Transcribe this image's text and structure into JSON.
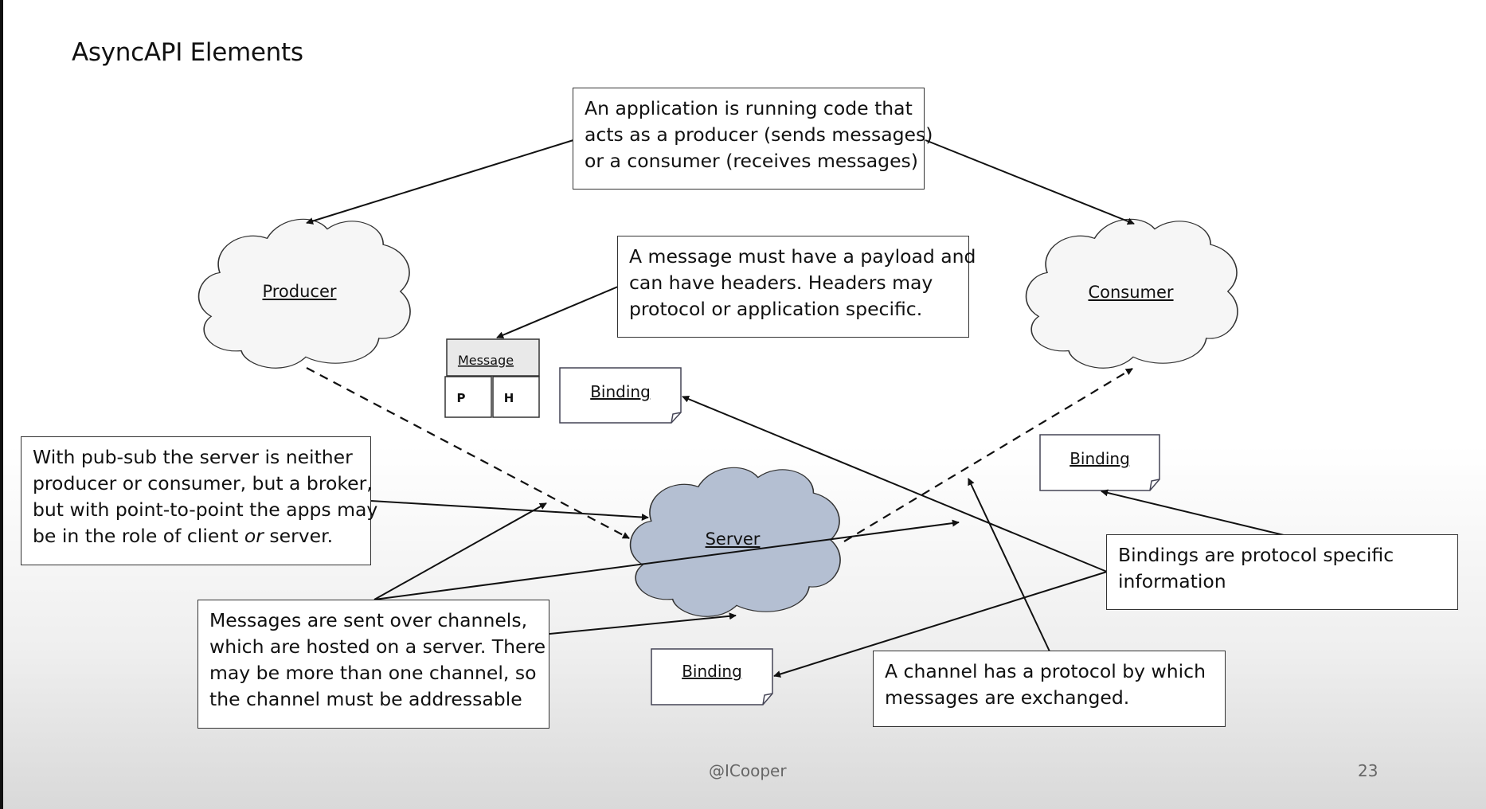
{
  "title": "AsyncAPI Elements",
  "clouds": {
    "producer": "Producer",
    "consumer": "Consumer",
    "server": "Server"
  },
  "message": {
    "label": "Message",
    "payload": "P",
    "headers": "H"
  },
  "bindings": [
    "Binding",
    "Binding",
    "Binding"
  ],
  "notes": {
    "application": [
      "An application is running code that",
      "acts as a producer (sends messages)",
      "or a consumer (receives messages)"
    ],
    "message": [
      "A message must have a payload and",
      "can have headers. Headers may",
      "protocol or application specific."
    ],
    "pubsub": {
      "line1": "With pub-sub the server is neither",
      "line2": "producer or consumer, but a broker,",
      "line3": "but with point-to-point the apps may",
      "line4_before": "be in the role of client ",
      "line4_em": "or",
      "line4_after": " server."
    },
    "channels": [
      "Messages are sent over channels,",
      "which are hosted on a server. There",
      "may be more than one channel, so",
      "the channel must be addressable"
    ],
    "bindings": [
      "Bindings are protocol specific",
      "information"
    ],
    "protocol": [
      "A channel has a protocol by which",
      "messages are exchanged."
    ]
  },
  "footer": {
    "author": "@ICooper",
    "page": "23"
  },
  "colors": {
    "server_fill": "#b4bfd2",
    "cloud_fill": "#f6f6f6",
    "line": "#111111"
  }
}
